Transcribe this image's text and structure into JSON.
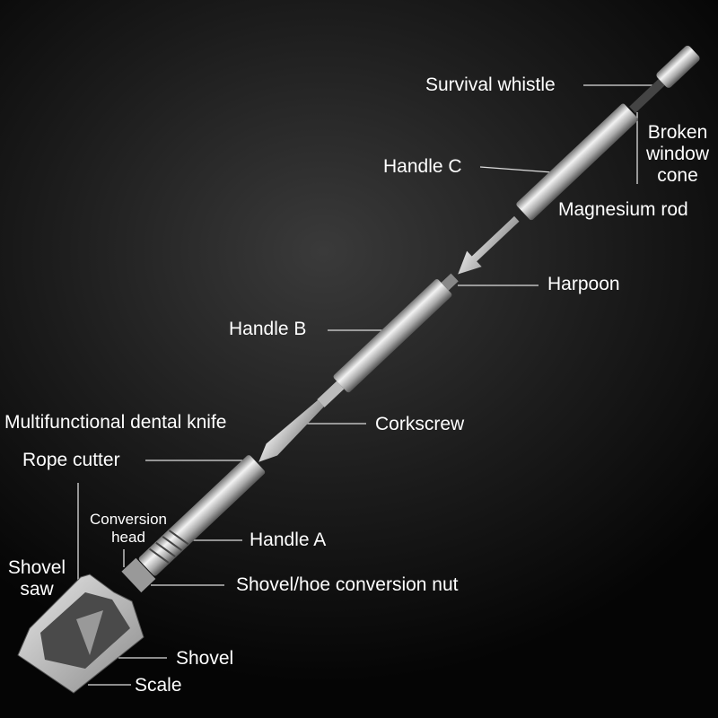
{
  "labels": {
    "survival_whistle": "Survival whistle",
    "broken_window_cone": [
      "Broken",
      "window",
      "cone"
    ],
    "handle_c": "Handle C",
    "magnesium_rod": "Magnesium rod",
    "harpoon": "Harpoon",
    "handle_b": "Handle B",
    "dental_knife": "Multifunctional dental knife",
    "corkscrew": "Corkscrew",
    "rope_cutter": "Rope cutter",
    "conversion_head": [
      "Conversion",
      "head"
    ],
    "handle_a": "Handle A",
    "shovel_saw": [
      "Shovel",
      "saw"
    ],
    "conversion_nut": "Shovel/hoe conversion nut",
    "shovel": "Shovel",
    "scale": "Scale"
  }
}
